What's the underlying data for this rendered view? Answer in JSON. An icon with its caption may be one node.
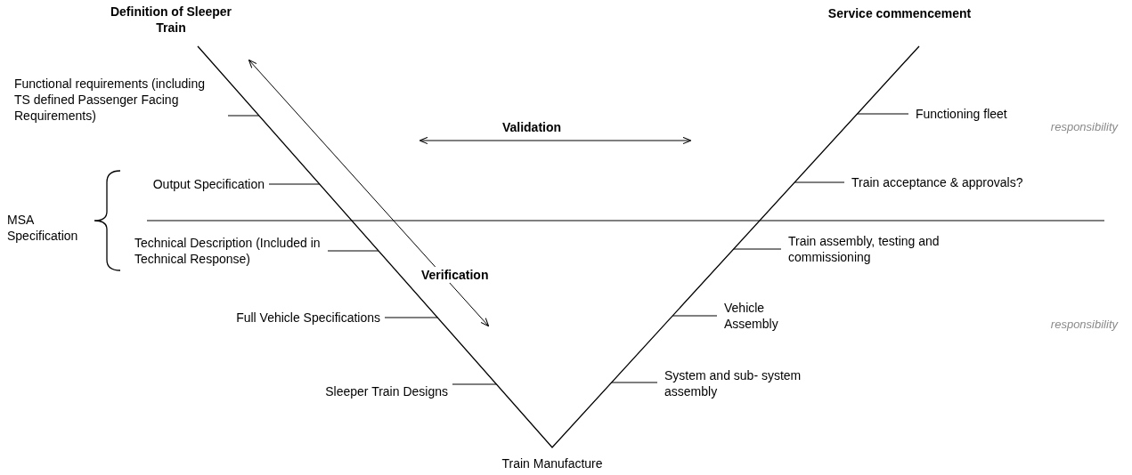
{
  "diagram": {
    "nodes": [
      {
        "text": [
          "Functional requirements (including TS defined Passenger Facing Requirements)"
        ]
      },
      {
        "text": [
          "Output Specification"
        ]
      },
      {
        "text": [
          "Technical Description (Included in Technical Response)"
        ]
      },
      {
        "text": [
          "Full Vehicle Specifications"
        ]
      },
      {
        "text": [
          "Sleeper Train Designs"
        ]
      },
      {
        "text": [
          "Functioning fleet"
        ]
      },
      {
        "text": [
          "Train acceptance & approvals?"
        ]
      },
      {
        "text": [
          "Train assembly, testing and commissioning"
        ]
      },
      {
        "text": [
          "Vehicle Assembly"
        ]
      },
      {
        "text": [
          "System and sub- system assembly"
        ]
      }
    ],
    "edges": [
      {
        "from": 0,
        "to": null,
        "arrow": "none"
      },
      {
        "from": 1,
        "to": null,
        "arrow": "none"
      },
      {
        "from": 2,
        "to": null,
        "arrow": "none"
      },
      {
        "from": 3,
        "to": null,
        "arrow": "none"
      },
      {
        "from": 4,
        "to": null,
        "arrow": "none"
      },
      {
        "from": 5,
        "to": null,
        "arrow": "none"
      },
      {
        "from": 6,
        "to": null,
        "arrow": "none"
      },
      {
        "from": 7,
        "to": null,
        "arrow": "none"
      },
      {
        "from": 8,
        "to": null,
        "arrow": "none"
      },
      {
        "from": 9,
        "to": null,
        "arrow": "none"
      }
    ],
    "labels": [
      "Definition of Sleeper Train",
      "Service commencement",
      "Validation",
      "Verification",
      "MSA Specification",
      "responsibility",
      "responsibility",
      "Train Manufacture"
    ]
  }
}
